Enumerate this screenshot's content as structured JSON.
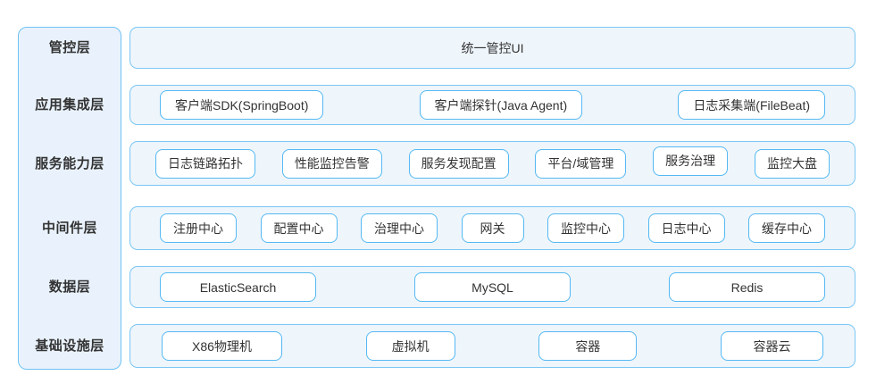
{
  "layers": [
    {
      "label": "管控层",
      "items": [
        "统一管控UI"
      ]
    },
    {
      "label": "应用集成层",
      "items": [
        "客户端SDK(SpringBoot)",
        "客户端探针(Java Agent)",
        "日志采集端(FileBeat)"
      ]
    },
    {
      "label": "服务能力层",
      "items": [
        "日志链路拓扑",
        "性能监控告警",
        "服务发现配置",
        "平台/域管理",
        "服务治理",
        "监控大盘"
      ]
    },
    {
      "label": "中间件层",
      "items": [
        "注册中心",
        "配置中心",
        "治理中心",
        "网关",
        "监控中心",
        "日志中心",
        "缓存中心"
      ]
    },
    {
      "label": "数据层",
      "items": [
        "ElasticSearch",
        "MySQL",
        "Redis"
      ]
    },
    {
      "label": "基础设施层",
      "items": [
        "X86物理机",
        "虚拟机",
        "容器",
        "容器云"
      ]
    }
  ],
  "colors": {
    "container_border": "#7cc7f5",
    "container_fill": "#eef5fb",
    "sidebar_border": "#6ec2f3",
    "sidebar_fill": "#e9f2fc",
    "item_border": "#55b9f3",
    "item_fill": "#ffffff",
    "text": "#333333"
  }
}
